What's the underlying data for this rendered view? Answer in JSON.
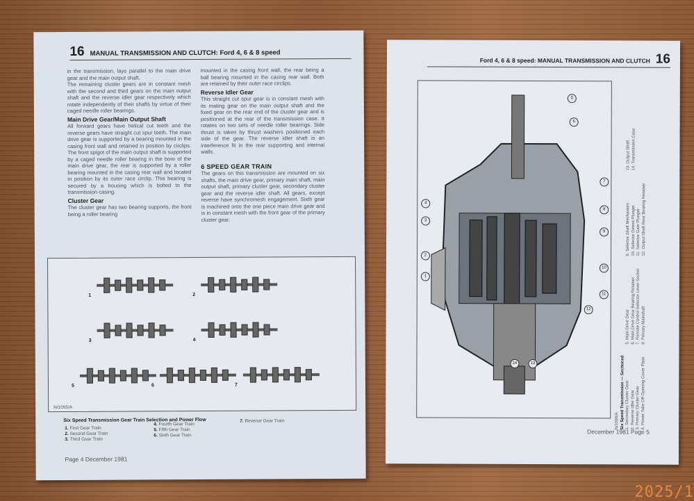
{
  "left_page": {
    "header": {
      "number": "16",
      "title": "MANUAL TRANSMISSION AND CLUTCH: Ford 4, 6 & 8 speed"
    },
    "col1": {
      "p1": "in the transmission, lays parallel to the main drive gear and the main output shaft.",
      "p2": "The remaining cluster gears are in constant mesh with the second and third gears on the main output shaft and the reverse idler gear respectively which rotate independently of their shafts by virtue of their caged needle roller bearings.",
      "h1": "Main Drive Gear/Main Output Shaft",
      "p3": "All forward gears have helical cut teeth and the reverse gears have straight cut spur teeth. The main drive gear is supported by a bearing mounted in the casing front wall and retained in position by circlips. The front spigot of the main output shaft is supported by a caged needle roller bearing in the bore of the main drive gear, the rear is supported by a roller bearing mounted in the casing rear wall and located in position by its outer race circlip. This bearing is secured by a housing which is bolted to the transmission casing.",
      "h2": "Cluster Gear",
      "p4": "The cluster gear has two bearing supports, the front being a roller bearing"
    },
    "col2": {
      "p1": "mounted in the casing front wall, the rear being a ball bearing mounted in the casing rear wall. Both are retained by their outer race circlips.",
      "h1": "Reverse Idler Gear",
      "p2": "This straight cut spur gear is in constant mesh with its mating gear on the main output shaft and the fixed gear on the rear end of the cluster gear and is positioned at the rear of the transmission case. It rotates on two sets of needle roller bearings. Side thrust is taken by thrust washers positioned each side of the gear. The reverse idler shaft is an interference fit in the rear supporting and internal walls.",
      "h2": "6 SPEED GEAR TRAIN",
      "p3": "The gears on this transmission are mounted on six shafts, the main drive gear, primary main shaft, main output shaft, primary cluster gear, secondary cluster gear and the reverse idler shaft. All gears, except reverse have synchromesh engagement. Sixth gear is machined onto the one piece main drive gear and is in constant mesh with the front gear of the primary cluster gear."
    },
    "figure": {
      "train_numbers": [
        "1",
        "2",
        "3",
        "4",
        "5",
        "6",
        "7"
      ],
      "code": "N/1095/A",
      "caption": "Six Speed Transmission Gear Train Selection and Power Flow",
      "items": [
        {
          "n": "1.",
          "label": "First Gear Train"
        },
        {
          "n": "2.",
          "label": "Second Gear Train"
        },
        {
          "n": "3.",
          "label": "Third Gear Train"
        },
        {
          "n": "4.",
          "label": "Fourth Gear Train"
        },
        {
          "n": "5.",
          "label": "Fifth Gear Train"
        },
        {
          "n": "6.",
          "label": "Sixth Gear Train"
        },
        {
          "n": "7.",
          "label": "Reverse Gear Train"
        }
      ]
    },
    "footer": "Page 4 December 1981"
  },
  "right_page": {
    "header": {
      "title": "Ford 4, 6 & 8 speed: MANUAL TRANSMISSION AND CLUTCH",
      "number": "16"
    },
    "callouts": [
      "1",
      "2",
      "3",
      "4",
      "5",
      "6",
      "7",
      "8",
      "9",
      "10",
      "11",
      "12",
      "13",
      "14"
    ],
    "legend": {
      "code": "N/1096/A",
      "title": "Six Speed Transmission — Sectioned",
      "items": [
        "1. Secondary Cluster Gear",
        "2. Reverse Idler Gear",
        "3. Primary Cluster Gear",
        "4. Power Take Off Opening Cover Plate",
        "5. Main Drive Gear",
        "6. Main Drive Gear Bearing Retainer",
        "7. Remote Control Selector Lever Socket",
        "8. Primary Mainshaft",
        "9. Selector Shaft Mechanism",
        "10. Selector Detent Plunger",
        "11. Selector Gate Plunger",
        "12. Output Shaft Rear Bearing Retainer",
        "13. Output Shaft",
        "14. Transmission Case"
      ]
    },
    "footer": "December 1981 Page 5"
  },
  "photo_stamp": "2025/1",
  "colors": {
    "wood": "#8a5533",
    "paper": "#dde3ea",
    "stamp": "#e8863a"
  }
}
